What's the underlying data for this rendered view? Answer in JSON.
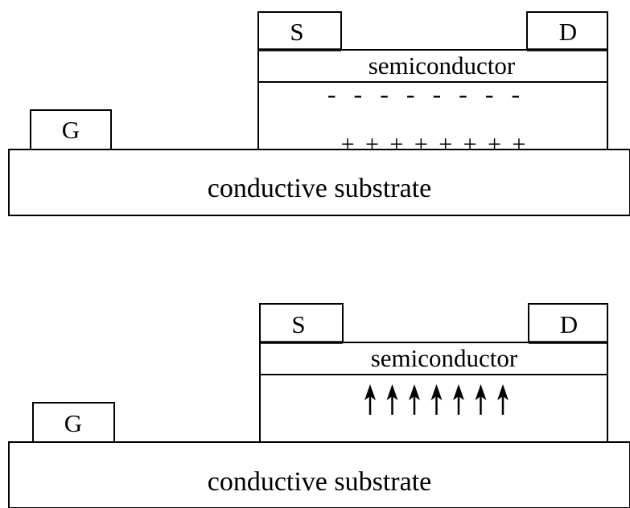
{
  "diagram_top": {
    "gate_label": "G",
    "source_label": "S",
    "drain_label": "D",
    "semiconductor_label": "semiconductor",
    "substrate_label": "conductive substrate",
    "negative_charges": "- - - - - - - -",
    "positive_charges": "+ + + + + + + +"
  },
  "diagram_bottom": {
    "gate_label": "G",
    "source_label": "S",
    "drain_label": "D",
    "semiconductor_label": "semiconductor",
    "substrate_label": "conductive substrate",
    "arrow_count": 7,
    "arrow_icon": "up-arrow-icon"
  }
}
